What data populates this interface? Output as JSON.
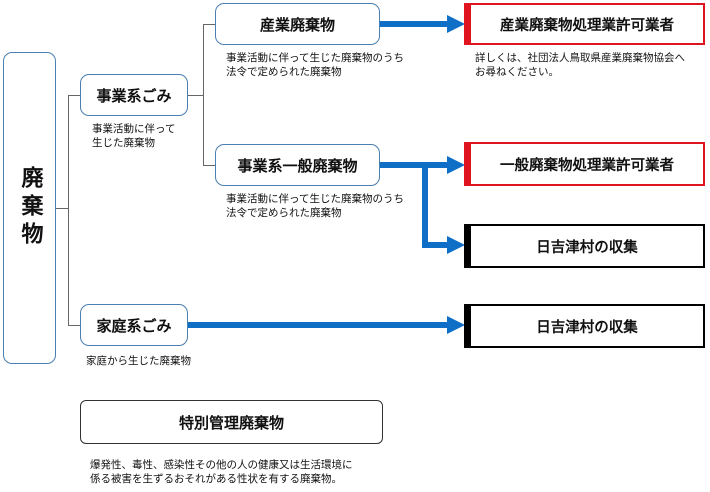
{
  "root": {
    "label": "廃棄物"
  },
  "business_waste": {
    "label": "事業系ごみ",
    "note": [
      "事業活動に伴って",
      "生じた廃棄物"
    ]
  },
  "industrial_waste": {
    "label": "産業廃棄物",
    "note": [
      "事業活動に伴って生じた廃棄物のうち",
      "法令で定められた廃棄物"
    ]
  },
  "industrial_contractor": {
    "label": "産業廃棄物処理業許可業者",
    "note": [
      "詳しくは、社団法人鳥取県産業廃棄物協会へ",
      "お尋ねください。"
    ]
  },
  "business_general_waste": {
    "label": "事業系一般廃棄物",
    "note": [
      "事業活動に伴って生じた廃棄物のうち",
      "法令で定められた廃棄物"
    ]
  },
  "general_contractor": {
    "label": "一般廃棄物処理業許可業者"
  },
  "village_collection_1": {
    "label": "日吉津村の収集"
  },
  "household_waste": {
    "label": "家庭系ごみ",
    "note": [
      "家庭から生じた廃棄物"
    ]
  },
  "village_collection_2": {
    "label": "日吉津村の収集"
  },
  "special_waste": {
    "label": "特別管理廃棄物",
    "note": [
      "爆発性、毒性、感染性その他の人の健康又は生活環境に",
      "係る被害を生ずるおそれがある性状を有する廃棄物。"
    ]
  },
  "colors": {
    "box_border": "#4a7fb0",
    "arrow": "#0f6fc6",
    "red": "#e0141e",
    "black": "#000000"
  }
}
